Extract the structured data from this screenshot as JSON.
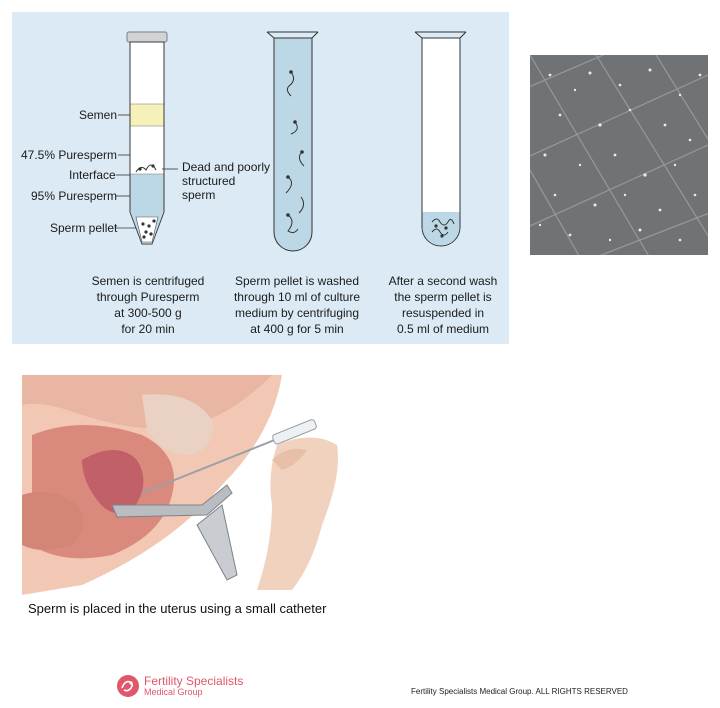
{
  "diagram": {
    "labels": {
      "semen": "Semen",
      "puresperm_475": "47.5% Puresperm",
      "interface": "Interface",
      "puresperm_95": "95% Puresperm",
      "sperm_pellet": "Sperm pellet",
      "dead_sperm": "Dead and poorly\nstructured\nsperm"
    },
    "steps": [
      {
        "caption": "Semen is centrifuged\nthrough Puresperm\nat 300-500 g\nfor 20 min"
      },
      {
        "caption": "Sperm pellet is washed\nthrough 10 ml of culture\nmedium by centrifuging\nat 400 g for 5 min"
      },
      {
        "caption": "After a second wash\nthe sperm pellet is\nresuspended in\n0.5 ml of medium"
      }
    ]
  },
  "caption": "Sperm is placed in the uterus using a small catheter",
  "logo": {
    "title": "Fertility Specialists",
    "subtitle": "Medical Group"
  },
  "copyright": "Fertility Specialists Medical Group. ALL RIGHTS RESERVED",
  "colors": {
    "panel_bg": "#dbeaf4",
    "semen_layer": "#f6f1b8",
    "tube_liquid": "#bcd8e6",
    "brand": "#e0566a"
  }
}
